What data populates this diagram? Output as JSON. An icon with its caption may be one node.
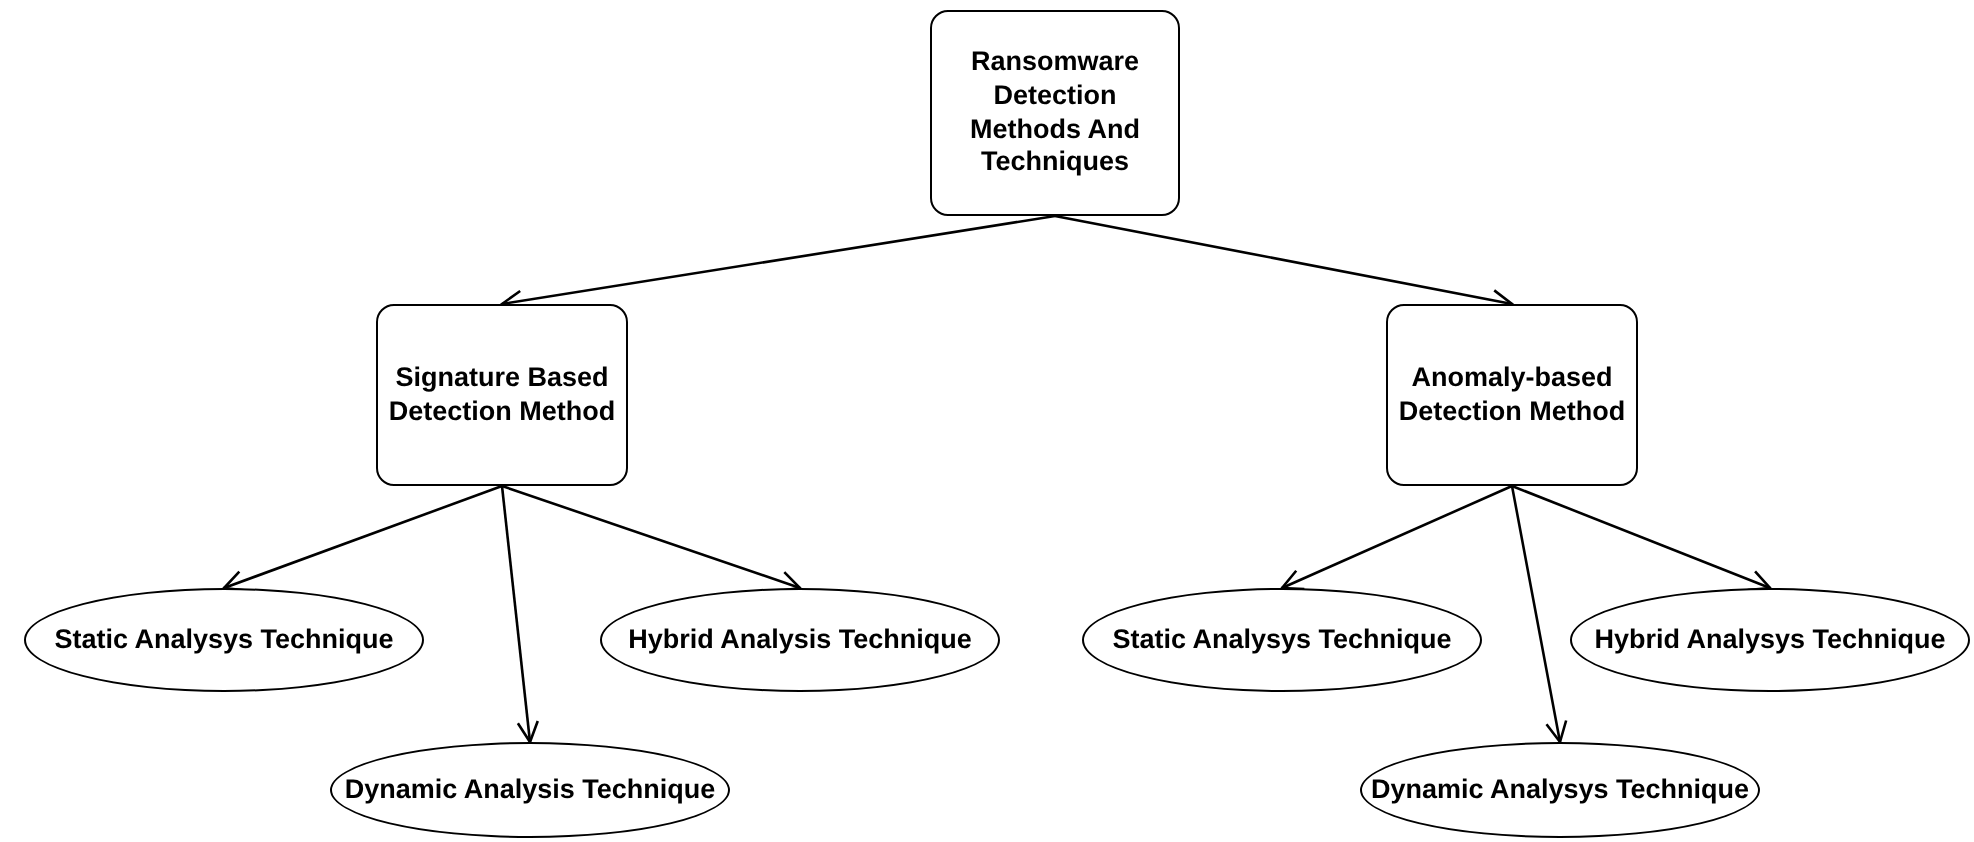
{
  "diagram": {
    "nodes": [
      {
        "text": [
          "Ransomware Detection Methods And Techniques"
        ]
      },
      {
        "text": [
          "Signature Based Detection Method"
        ]
      },
      {
        "text": [
          "Anomaly-based Detection Method"
        ]
      },
      {
        "text": [
          "Static Analysys Technique"
        ]
      },
      {
        "text": [
          "Dynamic Analysis Technique"
        ]
      },
      {
        "text": [
          "Hybrid Analysis Technique"
        ]
      },
      {
        "text": [
          "Static Analysys Technique"
        ]
      },
      {
        "text": [
          "Dynamic Analysys Technique"
        ]
      },
      {
        "text": [
          "Hybrid Analysys Technique"
        ]
      }
    ],
    "edges": [
      {
        "from": 0,
        "to": 1,
        "arrow": "to"
      },
      {
        "from": 0,
        "to": 2,
        "arrow": "to"
      },
      {
        "from": 1,
        "to": 3,
        "arrow": "to"
      },
      {
        "from": 1,
        "to": 4,
        "arrow": "to"
      },
      {
        "from": 1,
        "to": 5,
        "arrow": "to"
      },
      {
        "from": 2,
        "to": 6,
        "arrow": "to"
      },
      {
        "from": 2,
        "to": 7,
        "arrow": "to"
      },
      {
        "from": 2,
        "to": 8,
        "arrow": "to"
      }
    ]
  }
}
